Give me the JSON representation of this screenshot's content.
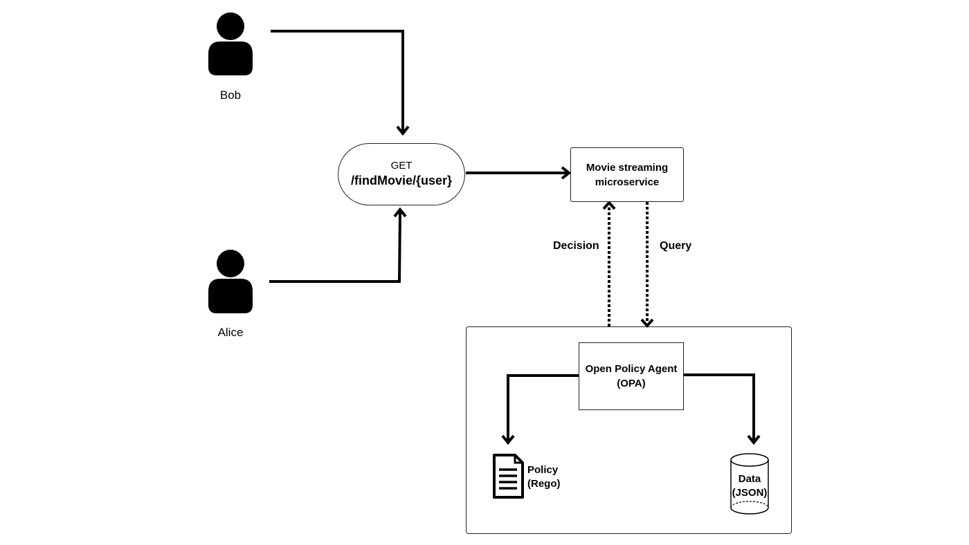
{
  "actors": [
    {
      "id": "bob",
      "name": "Bob"
    },
    {
      "id": "alice",
      "name": "Alice"
    }
  ],
  "endpoint": {
    "method": "GET",
    "path": "/findMovie/{user}"
  },
  "service": {
    "line1": "Movie streaming",
    "line2": "microservice"
  },
  "flows": {
    "decision": "Decision",
    "query": "Query"
  },
  "opa": {
    "line1": "Open Policy Agent",
    "line2": "(OPA)"
  },
  "policy": {
    "line1": "Policy",
    "line2": "(Rego)"
  },
  "data_store": {
    "line1": "Data",
    "line2": "(JSON)"
  },
  "icons": {
    "person": "person-icon",
    "document": "document-icon",
    "database": "database-icon"
  }
}
